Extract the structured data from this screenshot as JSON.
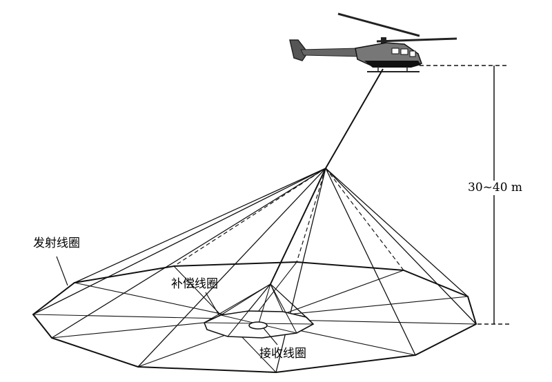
{
  "labels": {
    "transmitter_coil": "发射线圈",
    "compensation_coil": "补偿线圈",
    "receiver_coil": "接收线圈",
    "altitude": "30~40 m"
  }
}
